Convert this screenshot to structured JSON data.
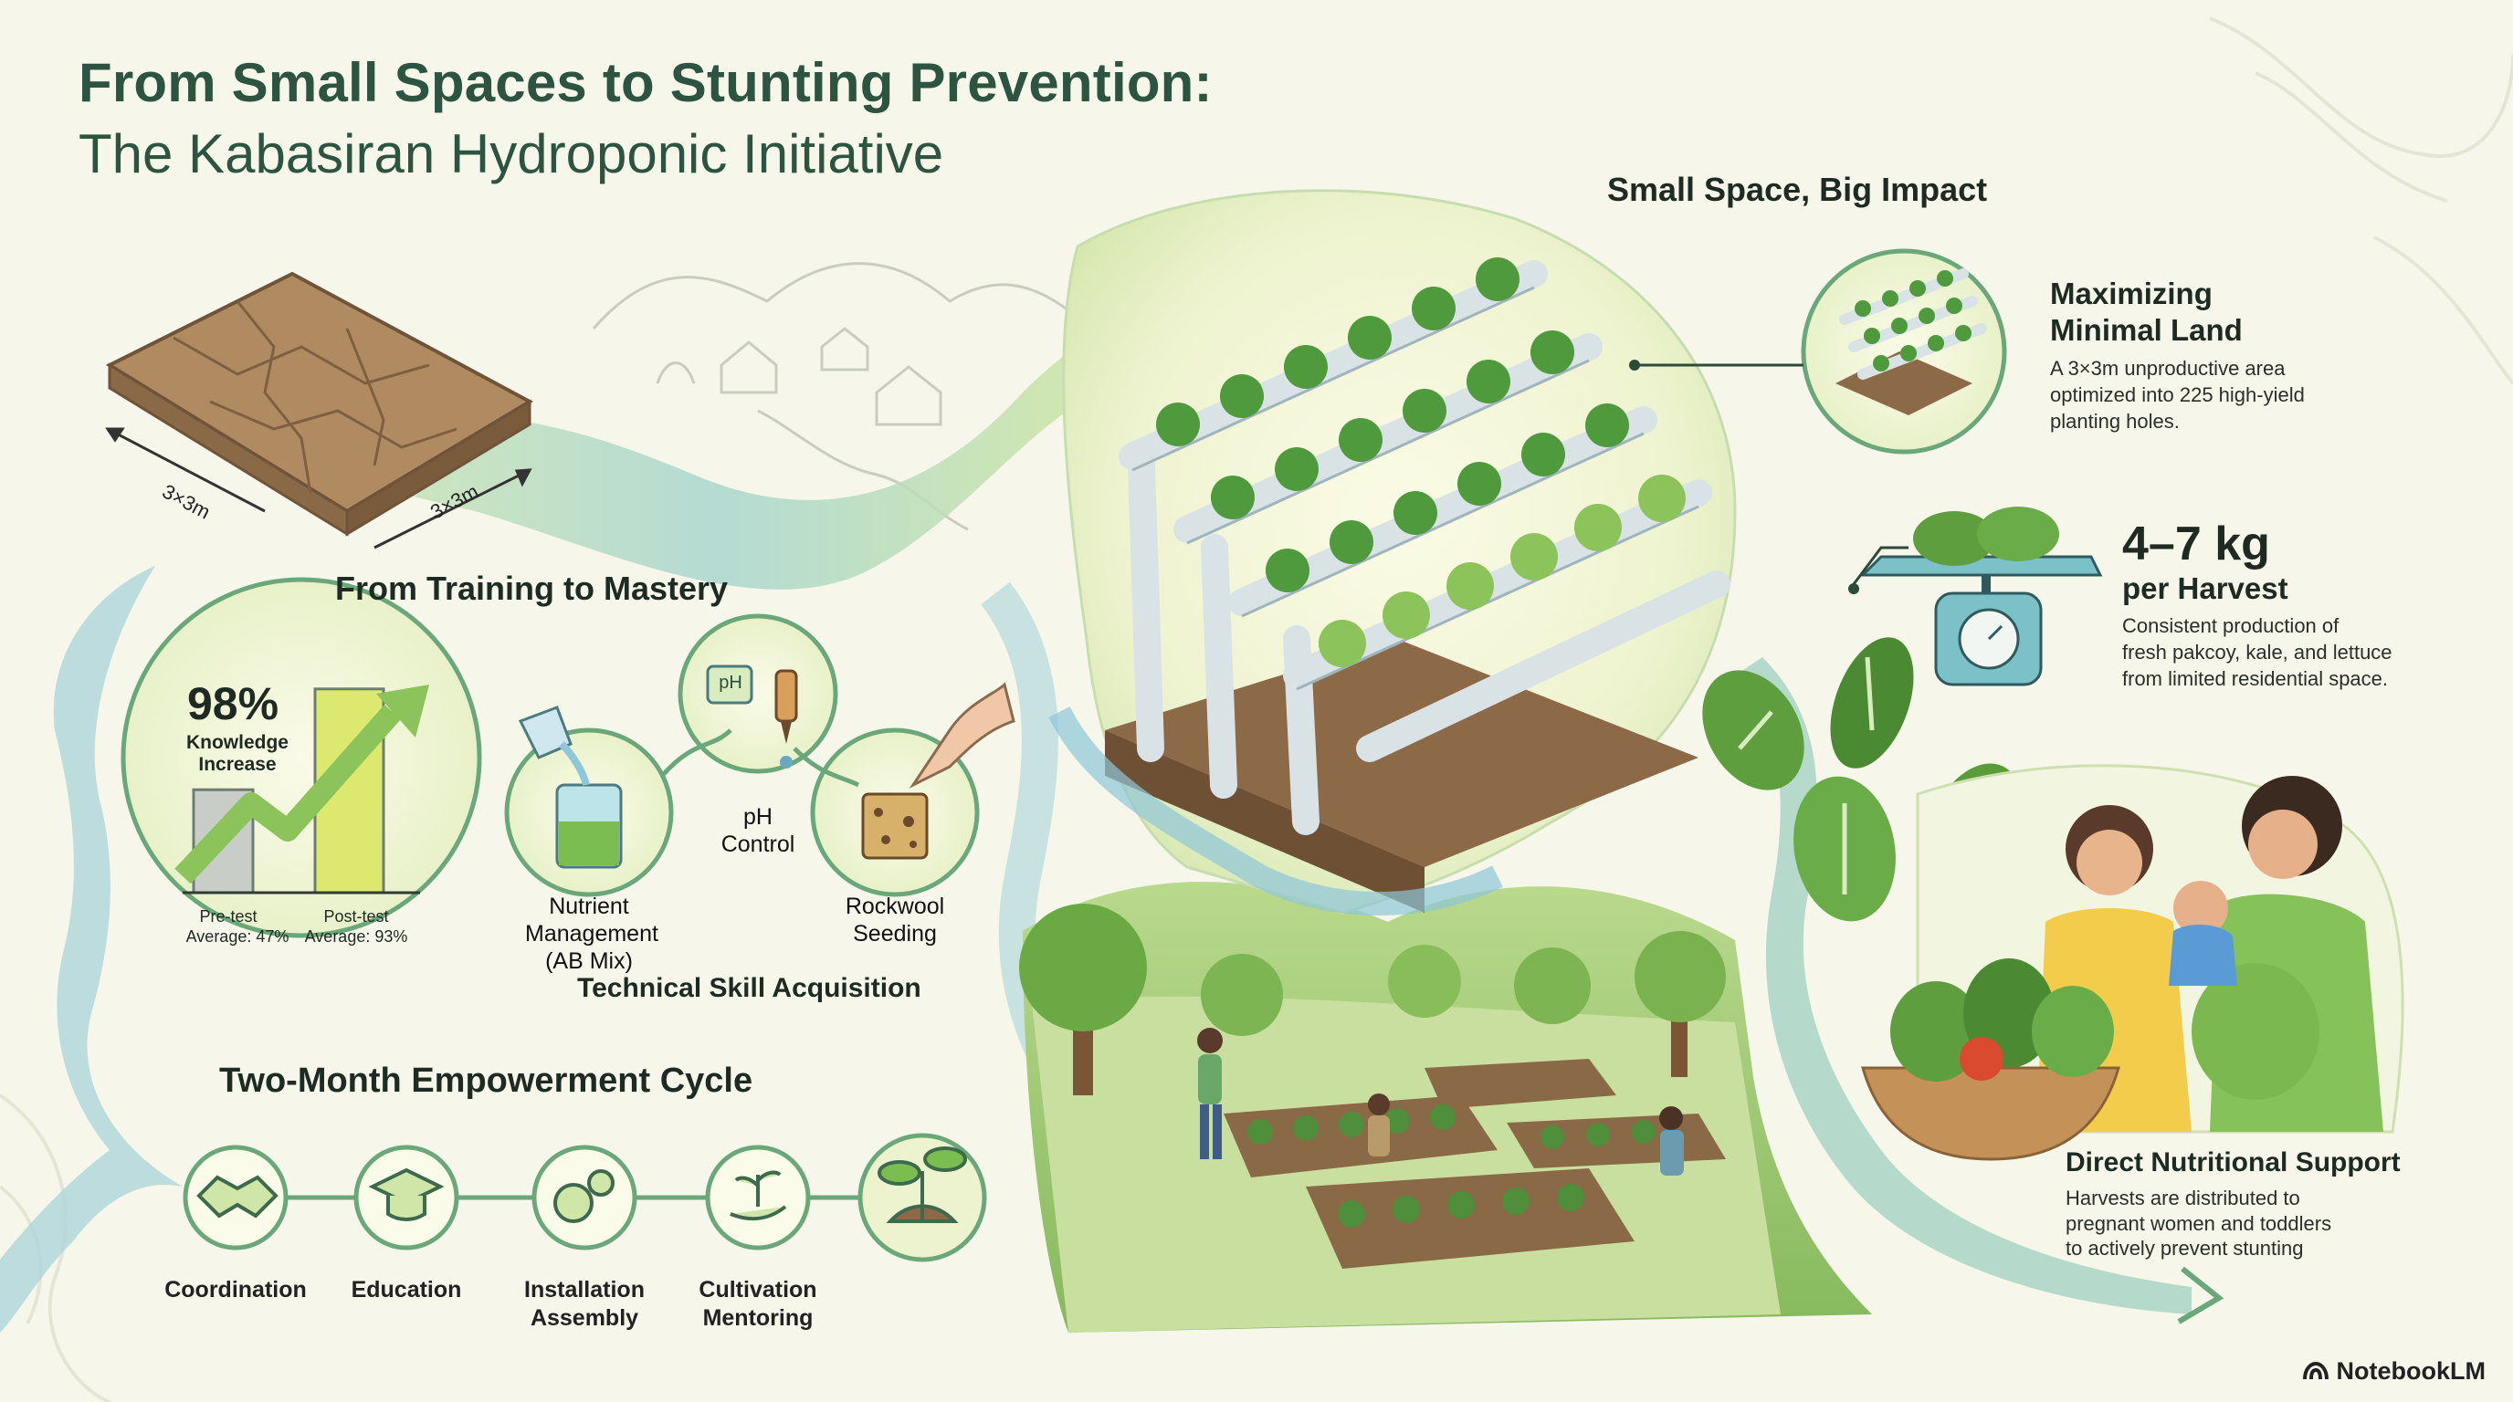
{
  "title": {
    "line1": "From Small Spaces to Stunting Prevention:",
    "line2": "The Kabasiran Hydroponic Initiative"
  },
  "land": {
    "dim_left": "3×3m",
    "dim_right": "3×3m"
  },
  "training": {
    "heading": "From Training to Mastery",
    "stat_value": "98%",
    "stat_label_1": "Knowledge",
    "stat_label_2": "Increase",
    "pre_label": "Pre-test",
    "pre_avg": "Average: 47%",
    "post_label": "Post-test",
    "post_avg": "Average: 93%",
    "pre_percent": 47,
    "post_percent": 93
  },
  "skills": {
    "heading": "Technical Skill Acquisition",
    "ph_badge": "pH",
    "items": [
      {
        "line1": "Nutrient",
        "line2": "Management",
        "line3": "(AB Mix)"
      },
      {
        "line1": "pH",
        "line2": "Control"
      },
      {
        "line1": "Rockwool",
        "line2": "Seeding"
      }
    ]
  },
  "cycle": {
    "heading": "Two-Month Empowerment Cycle",
    "steps": [
      {
        "line1": "Coordination",
        "line2": ""
      },
      {
        "line1": "Education",
        "line2": ""
      },
      {
        "line1": "Installation",
        "line2": "Assembly"
      },
      {
        "line1": "Cultivation",
        "line2": "Mentoring"
      }
    ]
  },
  "impact": {
    "heading": "Small Space, Big Impact",
    "land_title_1": "Maximizing",
    "land_title_2": "Minimal Land",
    "land_body_1": "A 3×3m unproductive area",
    "land_body_2": "optimized into 225 high-yield",
    "land_body_3": "planting holes.",
    "yield_value": "4–7 kg",
    "yield_unit": "per Harvest",
    "yield_body_1": "Consistent production of",
    "yield_body_2": "fresh pakcoy, kale, and lettuce",
    "yield_body_3": "from limited residential space."
  },
  "nutrition": {
    "heading": "Direct Nutritional Support",
    "body_1": "Harvests are distributed to",
    "body_2": "pregnant women and toddlers",
    "body_3": "to actively prevent stunting"
  },
  "brand": {
    "name": "NotebookLM"
  },
  "colors": {
    "title": "#2c5440",
    "leaf": "#5f9e3f",
    "water": "#8fc6d8",
    "pipe": "#e9eef0",
    "soil": "#a8825a"
  }
}
